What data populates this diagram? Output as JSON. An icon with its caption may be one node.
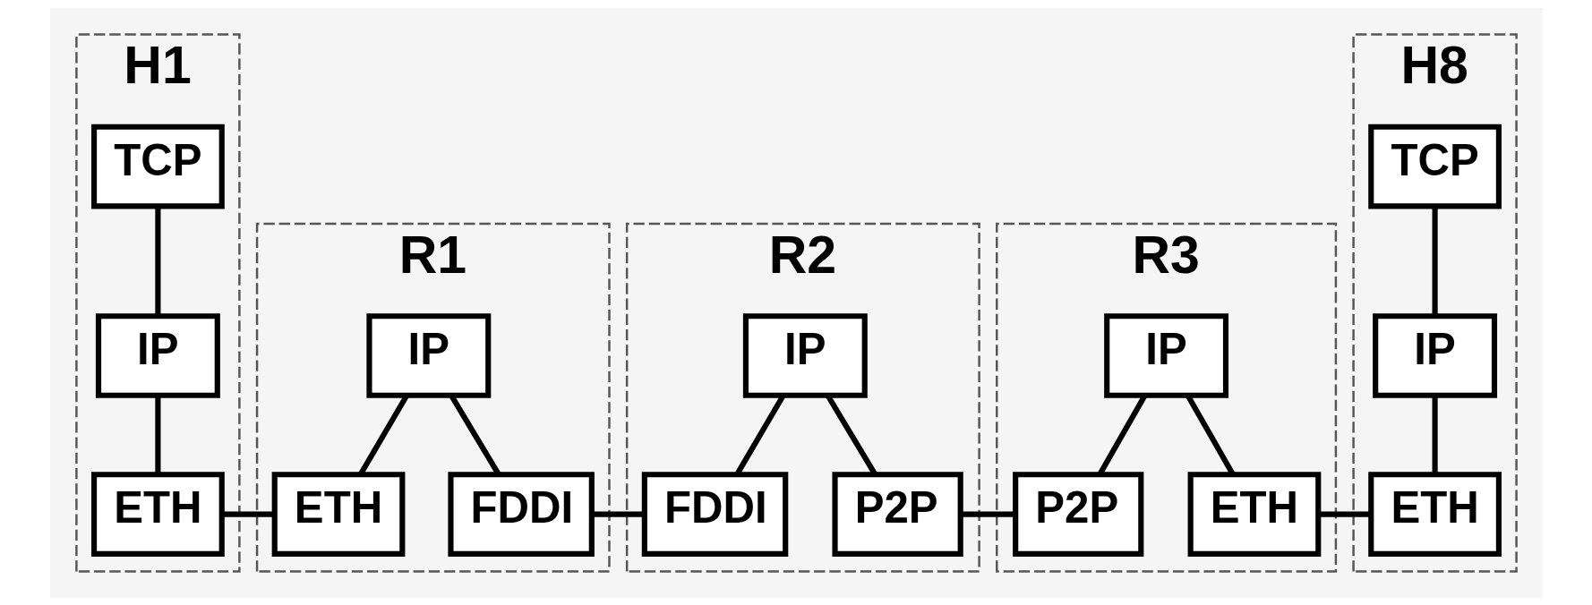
{
  "diagram": {
    "nodes": [
      {
        "text": [
          "H1"
        ]
      },
      {
        "text": [
          "TCP"
        ],
        "in": 0
      },
      {
        "text": [
          "IP"
        ],
        "in": 0
      },
      {
        "text": [
          "ETH"
        ],
        "in": 0
      },
      {
        "text": [
          "R1"
        ]
      },
      {
        "text": [
          "IP"
        ],
        "in": 4
      },
      {
        "text": [
          "ETH"
        ],
        "in": 4
      },
      {
        "text": [
          "FDDI"
        ],
        "in": 4
      },
      {
        "text": [
          "R2"
        ]
      },
      {
        "text": [
          "IP"
        ],
        "in": 8
      },
      {
        "text": [
          "FDDI"
        ],
        "in": 8
      },
      {
        "text": [
          "P2P"
        ],
        "in": 8
      },
      {
        "text": [
          "R3"
        ]
      },
      {
        "text": [
          "IP"
        ],
        "in": 12
      },
      {
        "text": [
          "P2P"
        ],
        "in": 12
      },
      {
        "text": [
          "ETH"
        ],
        "in": 12
      },
      {
        "text": [
          "H8"
        ]
      },
      {
        "text": [
          "TCP"
        ],
        "in": 16
      },
      {
        "text": [
          "IP"
        ],
        "in": 16
      },
      {
        "text": [
          "ETH"
        ],
        "in": 16
      }
    ],
    "edges": [
      {
        "from": 1,
        "to": 2,
        "arrow": "none"
      },
      {
        "from": 2,
        "to": 3,
        "arrow": "none"
      },
      {
        "from": 5,
        "to": 6,
        "arrow": "none"
      },
      {
        "from": 5,
        "to": 7,
        "arrow": "none"
      },
      {
        "from": 9,
        "to": 10,
        "arrow": "none"
      },
      {
        "from": 9,
        "to": 11,
        "arrow": "none"
      },
      {
        "from": 13,
        "to": 14,
        "arrow": "none"
      },
      {
        "from": 13,
        "to": 15,
        "arrow": "none"
      },
      {
        "from": 17,
        "to": 18,
        "arrow": "none"
      },
      {
        "from": 18,
        "to": 19,
        "arrow": "none"
      },
      {
        "from": 3,
        "to": 6,
        "arrow": "none"
      },
      {
        "from": 7,
        "to": 10,
        "arrow": "none"
      },
      {
        "from": 11,
        "to": 14,
        "arrow": "none"
      },
      {
        "from": 15,
        "to": 19,
        "arrow": "none"
      }
    ]
  }
}
